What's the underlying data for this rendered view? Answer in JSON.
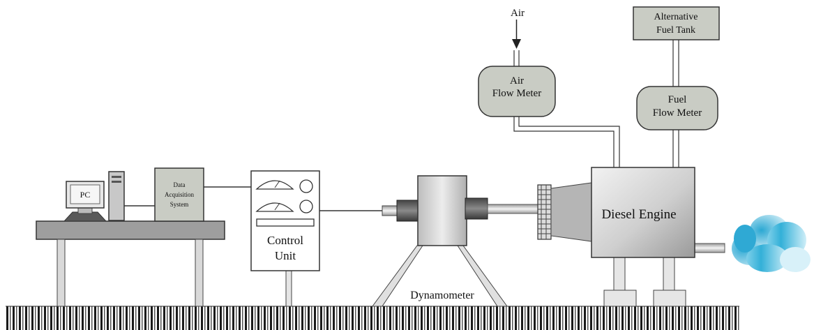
{
  "labels": {
    "air": "Air",
    "air_flow_meter_1": "Air",
    "air_flow_meter_2": "Flow Meter",
    "alt_fuel_tank_1": "Alternative",
    "alt_fuel_tank_2": "Fuel Tank",
    "fuel_flow_meter_1": "Fuel",
    "fuel_flow_meter_2": "Flow Meter",
    "diesel_engine": "Diesel Engine",
    "control_unit_1": "Control",
    "control_unit_2": "Unit",
    "dynamometer": "Dynamometer",
    "pc": "PC",
    "daq_1": "Data",
    "daq_2": "Acquisition",
    "daq_3": "System"
  },
  "colors": {
    "box_fill": "#c9ccc4",
    "metal_light": "#e6e6e6",
    "metal_dark": "#6a6a6a",
    "cloud": "#3fb6dc"
  }
}
